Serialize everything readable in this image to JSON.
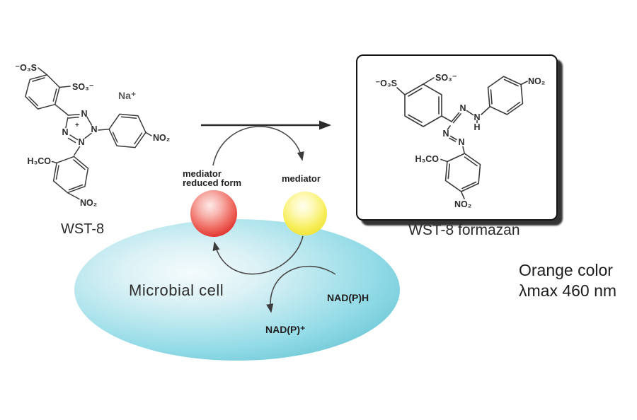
{
  "molecules": {
    "wst8": {
      "name": "WST-8",
      "labels": {
        "sulfonate_left": "⁻O₃S",
        "sulfonate_right": "SO₃⁻",
        "sodium": "Na⁺",
        "n": "N",
        "plus": "+",
        "nitro": "NO₂",
        "methoxy": "H₃CO"
      }
    },
    "formazan": {
      "name": "WST-8 formazan",
      "labels": {
        "sulfonate_left": "⁻O₃S",
        "sulfonate_right": "SO₃⁻",
        "n": "N",
        "h": "H",
        "nitro": "NO₂",
        "methoxy": "H₃CO"
      }
    }
  },
  "mediator": {
    "reduced_label": [
      "mediator",
      "reduced form"
    ],
    "oxidized_label": "mediator"
  },
  "cell": {
    "label": "Microbial cell",
    "nadph": "NAD(P)H",
    "nadp_plus": "NAD(P)⁺"
  },
  "note": {
    "line1": "Orange color",
    "line2": "λmax 460 nm"
  },
  "colors": {
    "mediator_reduced": "#e23c35",
    "mediator_oxidized": "#f0e335",
    "cell_fill": "#7fd1de"
  }
}
